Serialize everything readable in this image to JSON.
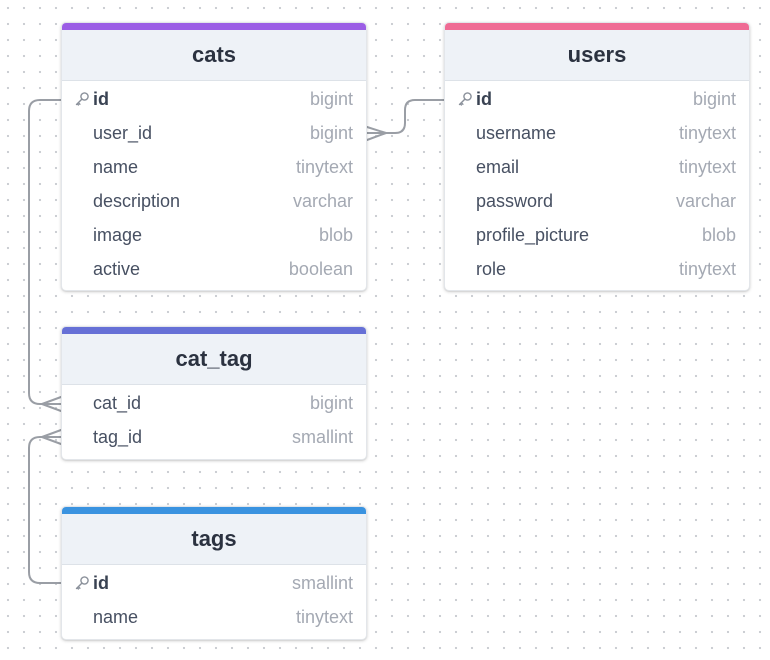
{
  "diagram": {
    "tables": [
      {
        "id": "cats",
        "name": "cats",
        "accent": "#9b5de5",
        "columns": [
          {
            "name": "id",
            "type": "bigint",
            "pk": true
          },
          {
            "name": "user_id",
            "type": "bigint",
            "pk": false
          },
          {
            "name": "name",
            "type": "tinytext",
            "pk": false
          },
          {
            "name": "description",
            "type": "varchar",
            "pk": false
          },
          {
            "name": "image",
            "type": "blob",
            "pk": false
          },
          {
            "name": "active",
            "type": "boolean",
            "pk": false
          }
        ]
      },
      {
        "id": "users",
        "name": "users",
        "accent": "#ef6b94",
        "columns": [
          {
            "name": "id",
            "type": "bigint",
            "pk": true
          },
          {
            "name": "username",
            "type": "tinytext",
            "pk": false
          },
          {
            "name": "email",
            "type": "tinytext",
            "pk": false
          },
          {
            "name": "password",
            "type": "varchar",
            "pk": false
          },
          {
            "name": "profile_picture",
            "type": "blob",
            "pk": false
          },
          {
            "name": "role",
            "type": "tinytext",
            "pk": false
          }
        ]
      },
      {
        "id": "cat_tag",
        "name": "cat_tag",
        "accent": "#6670d6",
        "columns": [
          {
            "name": "cat_id",
            "type": "bigint",
            "pk": false
          },
          {
            "name": "tag_id",
            "type": "smallint",
            "pk": false
          }
        ]
      },
      {
        "id": "tags",
        "name": "tags",
        "accent": "#3a93e0",
        "columns": [
          {
            "name": "id",
            "type": "smallint",
            "pk": true
          },
          {
            "name": "name",
            "type": "tinytext",
            "pk": false
          }
        ]
      }
    ],
    "relationships": [
      {
        "from": "cats.user_id",
        "to": "users.id",
        "cardinality": "many-to-one"
      },
      {
        "from": "cat_tag.cat_id",
        "to": "cats.id",
        "cardinality": "many-to-one"
      },
      {
        "from": "cat_tag.tag_id",
        "to": "tags.id",
        "cardinality": "many-to-one"
      }
    ],
    "icons": {
      "primary_key": "key-icon"
    },
    "colors": {
      "connector": "#9a9ea5",
      "header_bg": "#eef2f7"
    }
  }
}
